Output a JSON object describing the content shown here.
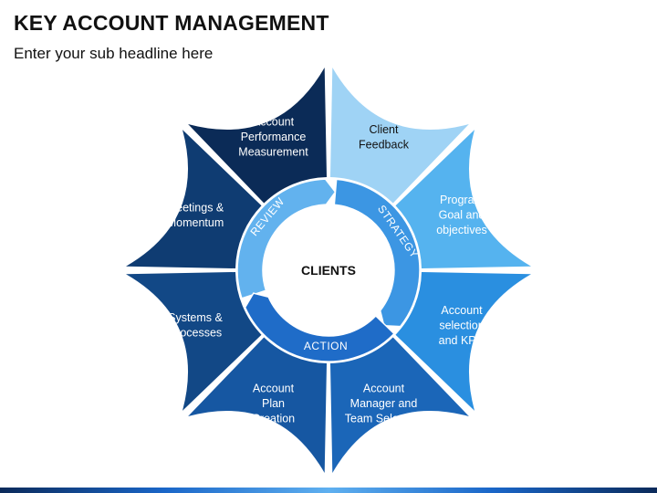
{
  "header": {
    "title": "KEY ACCOUNT MANAGEMENT",
    "subtitle": "Enter your sub headline here"
  },
  "diagram": {
    "center_label": "CLIENTS",
    "ring_labels": {
      "review": "REVIEW",
      "strategy": "STRATEGY",
      "action": "ACTION"
    },
    "segments": [
      {
        "lines": [
          "Client",
          "Feedback"
        ],
        "color": "#9fd3f5",
        "text_color": "#111111"
      },
      {
        "lines": [
          "Program",
          "Goal and",
          "objectives"
        ],
        "color": "#55b3ef",
        "text_color": "#ffffff"
      },
      {
        "lines": [
          "Account",
          "selection",
          "and KPIs"
        ],
        "color": "#2a8fe0",
        "text_color": "#ffffff"
      },
      {
        "lines": [
          "Account",
          "Manager and",
          "Team Selection"
        ],
        "color": "#1b66b8",
        "text_color": "#ffffff"
      },
      {
        "lines": [
          "Account",
          "Plan",
          "Creation"
        ],
        "color": "#1657a2",
        "text_color": "#ffffff"
      },
      {
        "lines": [
          "Systems &",
          "Processes"
        ],
        "color": "#124886",
        "text_color": "#ffffff"
      },
      {
        "lines": [
          "Meetings &",
          "Momentum"
        ],
        "color": "#0f3c72",
        "text_color": "#ffffff"
      },
      {
        "lines": [
          "Account",
          "Performance",
          "Measurement"
        ],
        "color": "#0b2b57",
        "text_color": "#ffffff"
      }
    ],
    "ring_colors": {
      "review": "#62b2ee",
      "strategy": "#3c96e3",
      "action": "#1f6cc8"
    }
  }
}
